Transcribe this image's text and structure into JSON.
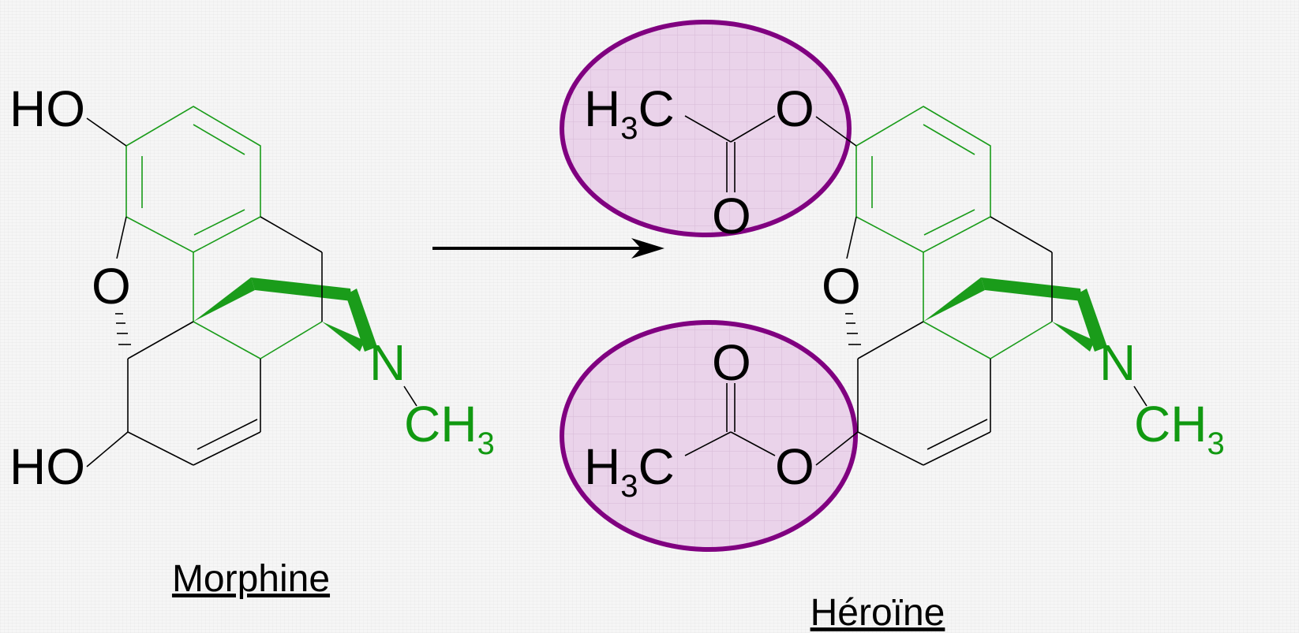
{
  "colors": {
    "bond_black": "#000000",
    "bond_green": "#1a9c1a",
    "label_green": "#119911",
    "highlight_stroke": "#800080",
    "highlight_fill": "#ead3ea"
  },
  "morphine": {
    "name": "Morphine",
    "ho_top": "HO",
    "ho_bottom": "HO",
    "oxygen_bridge": "O",
    "nitrogen": "N",
    "methyl_ch": "CH",
    "methyl_sub": "3"
  },
  "heroin": {
    "name": "Héroïne",
    "acetyl_top": {
      "h": "H",
      "sub": "3",
      "c": "C",
      "ester_o": "O",
      "carbonyl_o": "O"
    },
    "acetyl_bottom": {
      "h": "H",
      "sub": "3",
      "c": "C",
      "ester_o": "O",
      "carbonyl_o": "O"
    },
    "oxygen_bridge": "O",
    "nitrogen": "N",
    "methyl_ch": "CH",
    "methyl_sub": "3"
  }
}
